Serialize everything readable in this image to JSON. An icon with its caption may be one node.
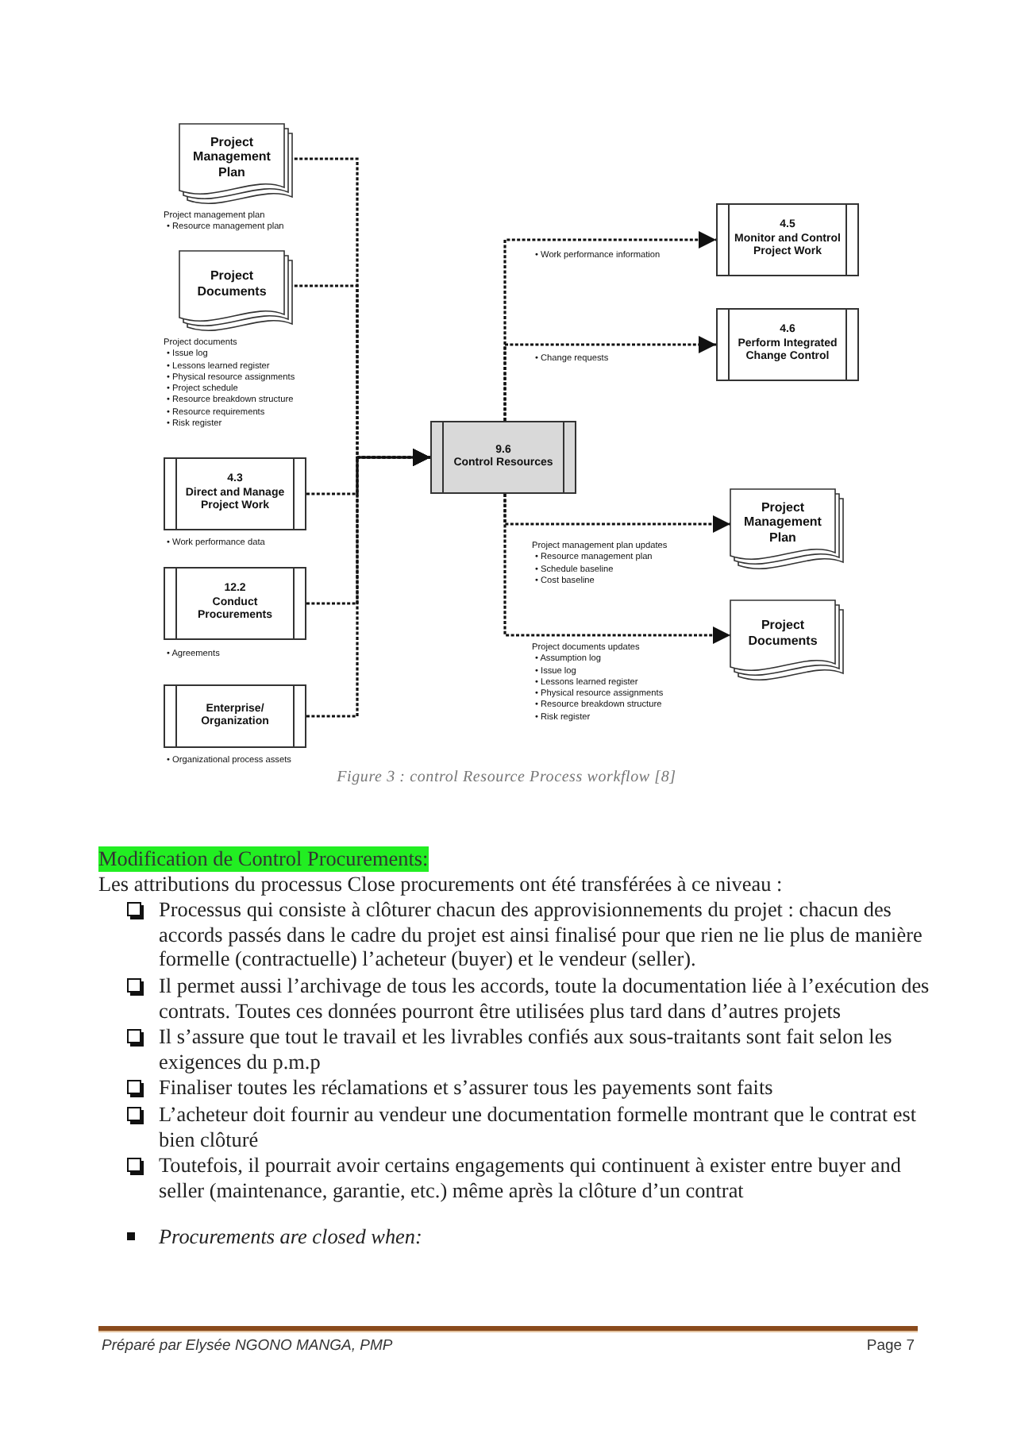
{
  "diagram": {
    "caption": "Figure 3 : control Resource Process workflow [8]",
    "nodes": [
      {
        "text": [
          "Project Management Plan"
        ],
        "beside": [
          "Project management plan",
          "• Resource management plan"
        ]
      },
      {
        "text": [
          "Project Documents"
        ],
        "beside": [
          "Project documents",
          "• Issue log",
          "• Lessons learned register",
          "• Physical resource assignments",
          "• Project schedule",
          "• Resource breakdown structure",
          "• Resource requirements",
          "• Risk register"
        ]
      },
      {
        "text": [
          "4.3",
          "Direct and Manage Project Work"
        ],
        "beside": [
          "• Work performance data"
        ]
      },
      {
        "text": [
          "12.2",
          "Conduct Procurements"
        ],
        "beside": [
          "• Agreements"
        ]
      },
      {
        "text": [
          "Enterprise/ Organization"
        ],
        "beside": [
          "• Organizational process assets"
        ]
      },
      {
        "text": [
          "9.6",
          "Control Resources"
        ]
      },
      {
        "text": [
          "4.5",
          "Monitor and Control Project Work"
        ]
      },
      {
        "text": [
          "4.6",
          "Perform Integrated Change Control"
        ]
      },
      {
        "text": [
          "Project Management Plan"
        ],
        "beside": [
          "Project management plan updates",
          "• Resource management plan",
          "• Schedule baseline",
          "• Cost baseline"
        ]
      },
      {
        "text": [
          "Project Documents"
        ],
        "beside": [
          "Project documents updates",
          "• Assumption log",
          "• Issue log",
          "• Lessons learned register",
          "• Physical resource assignments",
          "• Resource breakdown structure",
          "• Risk register"
        ]
      }
    ],
    "edges": [
      {
        "from": 0,
        "to": 5,
        "arrow": "to",
        "style": "dashed"
      },
      {
        "from": 1,
        "to": 5,
        "arrow": "to",
        "style": "dashed"
      },
      {
        "from": 2,
        "to": 5,
        "arrow": "to",
        "style": "dashed"
      },
      {
        "from": 3,
        "to": 5,
        "arrow": "to",
        "style": "dashed"
      },
      {
        "from": 4,
        "to": 5,
        "arrow": "to",
        "style": "dashed"
      },
      {
        "from": 5,
        "to": 6,
        "arrow": "to",
        "style": "dashed",
        "label": "• Work performance information"
      },
      {
        "from": 5,
        "to": 7,
        "arrow": "to",
        "style": "dashed",
        "label": "• Change requests"
      },
      {
        "from": 5,
        "to": 8,
        "arrow": "to",
        "style": "dashed"
      },
      {
        "from": 5,
        "to": 9,
        "arrow": "to",
        "style": "dashed"
      }
    ],
    "labels": [
      "Modification de Control Procurements:",
      "Les attributions du processus Close procurements ont été transférées à ce niveau :",
      "Processus qui consiste à clôturer chacun des approvisionnements du projet : chacun des accords passés dans le cadre du projet est ainsi finalisé pour que rien ne lie plus de manière formelle (contractuelle) l’acheteur (buyer) et le vendeur (seller).",
      "Il permet aussi l’archivage de tous les accords, toute la documentation liée à l’exécution des contrats. Toutes ces données pourront être utilisées plus tard dans d’autres projets",
      "Il s’assure que tout le travail et les livrables confiés aux sous-traitants sont fait selon les exigences du p.m.p",
      "Finaliser toutes les réclamations et s’assurer tous les payements sont faits",
      "L’acheteur doit fournir au vendeur une documentation formelle montrant que le contrat est bien clôturé",
      "Toutefois, il pourrait avoir certains engagements qui continuent à exister entre buyer and seller (maintenance, garantie, etc.) même après la clôture d’un contrat",
      "Procurements are closed when:",
      "Préparé par Elysée NGONO MANGA, PMP",
      "Page 7"
    ]
  }
}
